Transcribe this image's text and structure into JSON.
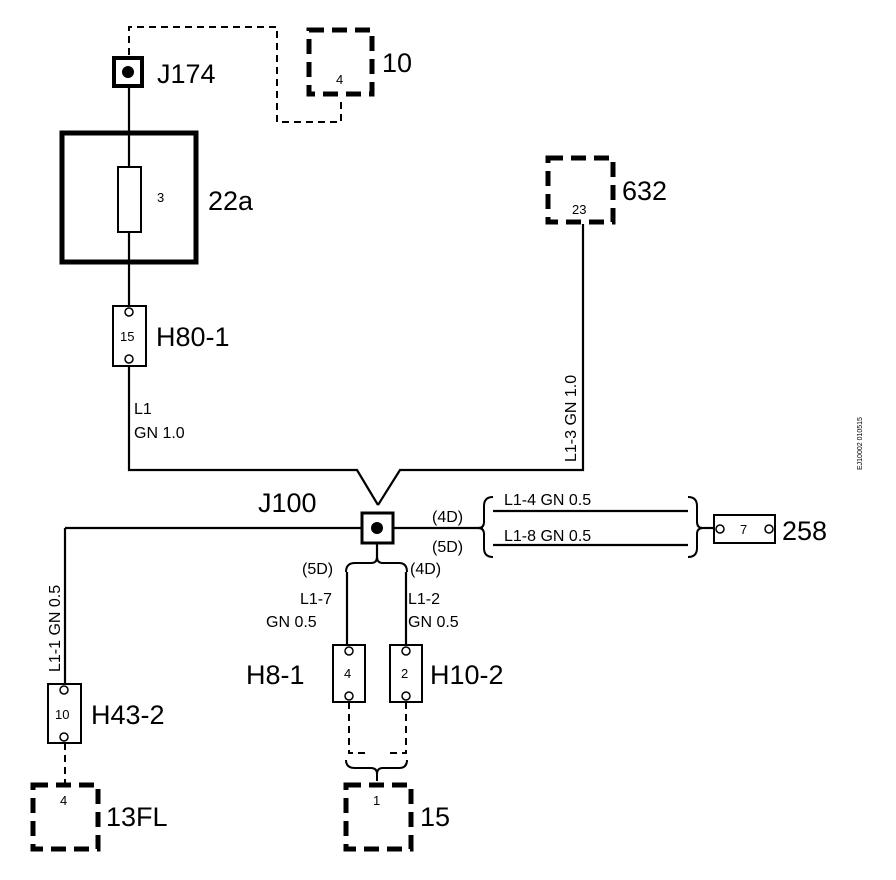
{
  "components": {
    "j174": "J174",
    "c10": "10",
    "c10_pin": "4",
    "fuse_22a": "22a",
    "fuse_pin": "3",
    "c632": "632",
    "c632_pin": "23",
    "h80": "H80-1",
    "h80_pin": "15",
    "j100": "J100",
    "c258": "258",
    "c258_pin": "7",
    "h8": "H8-1",
    "h8_pin": "4",
    "h10": "H10-2",
    "h10_pin": "2",
    "h43": "H43-2",
    "h43_pin": "10",
    "c13fl": "13FL",
    "c13fl_pin": "4",
    "c15": "15",
    "c15_pin": "1"
  },
  "wires": {
    "l1": "L1",
    "l1_spec": "GN   1.0",
    "l1_3": "L1-3  GN   1.0",
    "l1_4": "L1-4   GN   0.5",
    "l1_8": "L1-8   GN   0.5",
    "l1_1": "L1-1  GN   0.5",
    "l1_7": "L1-7",
    "l1_7_spec": "GN   0.5",
    "l1_2": "L1-2",
    "l1_2_spec": "GN   0.5"
  },
  "variants": {
    "v4d_right": "(4D)",
    "v5d_right": "(5D)",
    "v5d_left": "(5D)",
    "v4d_left": "(4D)"
  },
  "figure_code": "EJ10002 010515"
}
